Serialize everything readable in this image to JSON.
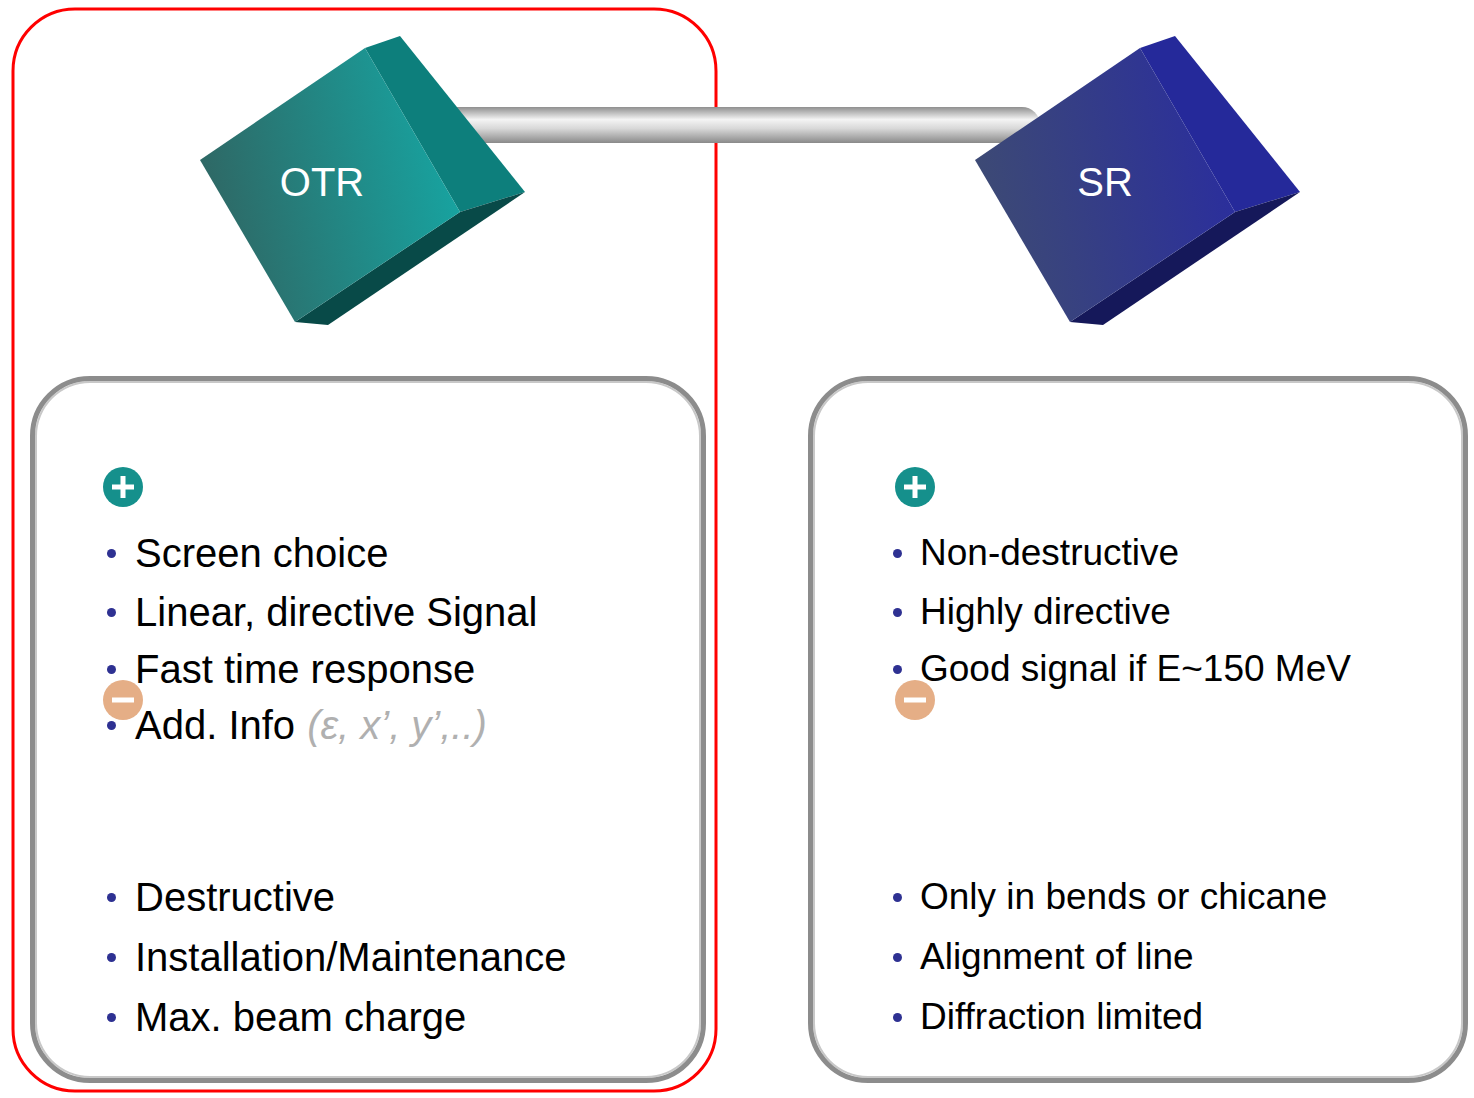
{
  "diagram": {
    "nodes": [
      {
        "text": [
          "OTR"
        ]
      },
      {
        "text": [
          "SR"
        ]
      },
      {
        "text": [
          "Screen choice",
          "Linear, directive Signal",
          "Fast time response",
          "Add. Info",
          "(ε, x’, y’,..)",
          "Destructive",
          "Installation/Maintenance",
          "Max. beam charge"
        ]
      },
      {
        "text": [
          "Non-destructive",
          "Highly directive",
          "Good signal if E~150 MeV",
          "Only in bends or chicane",
          "Alignment of line",
          "Diffraction limited"
        ]
      }
    ],
    "edges": [
      {
        "from": 0,
        "to": 1,
        "arrow": "none"
      }
    ]
  }
}
